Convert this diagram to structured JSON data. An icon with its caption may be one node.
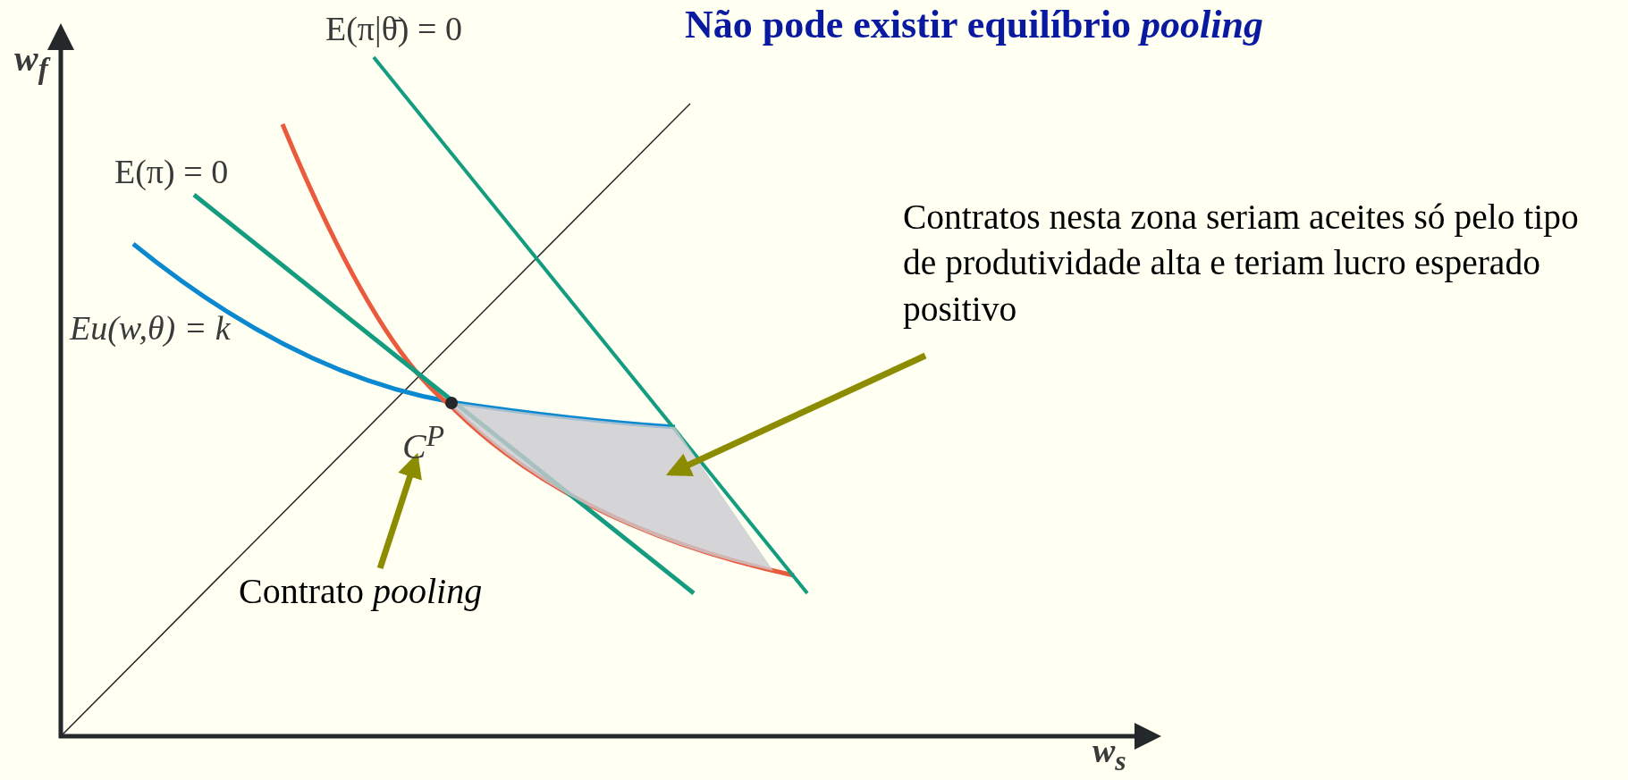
{
  "diagram": {
    "title": "Não pode existir equilíbrio *pooling*",
    "nodes": [
      {
        "text": [
          "Contrato *pooling*"
        ]
      },
      {
        "text": [
          "C$^{P}$"
        ]
      },
      {
        "text": [
          "Contratos nesta zona seriam aceites só pelo tipo de produtividade alta e teriam lucro esperado positivo"
        ]
      },
      {
        "text": [],
        "shape": "region"
      }
    ],
    "edges": [
      {
        "from": 0,
        "to": 1,
        "arrow": "to"
      },
      {
        "from": 2,
        "to": 3,
        "arrow": "to"
      }
    ],
    "labels": [
      "E(π|θ̄) = 0",
      "E(π) = 0",
      "Eu(w,θ) = k",
      "w$_{f}$",
      "w$_{s}$"
    ]
  }
}
